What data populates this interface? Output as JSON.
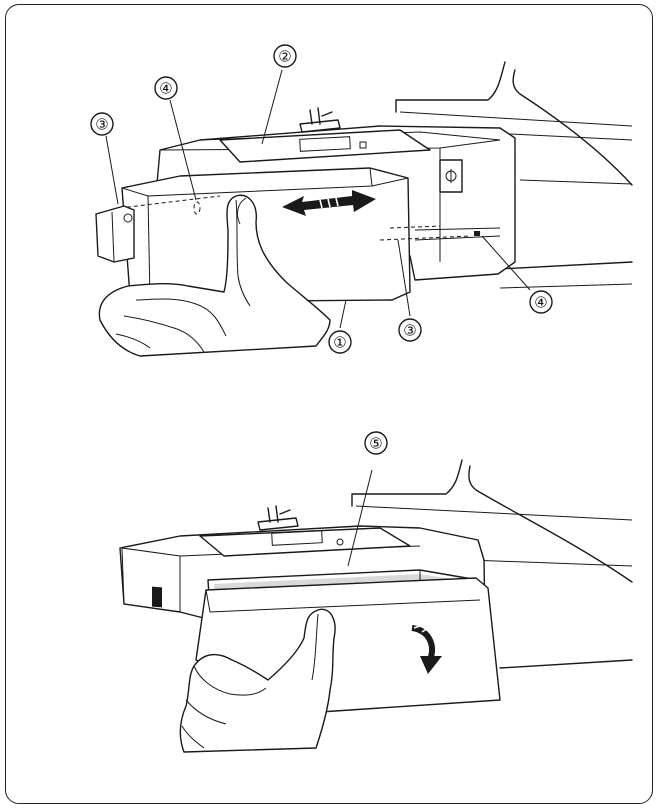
{
  "figure1": {
    "callouts": [
      "①",
      "②",
      "③",
      "④",
      "③",
      "④"
    ]
  },
  "figure2": {
    "callouts": [
      "⑤"
    ]
  }
}
